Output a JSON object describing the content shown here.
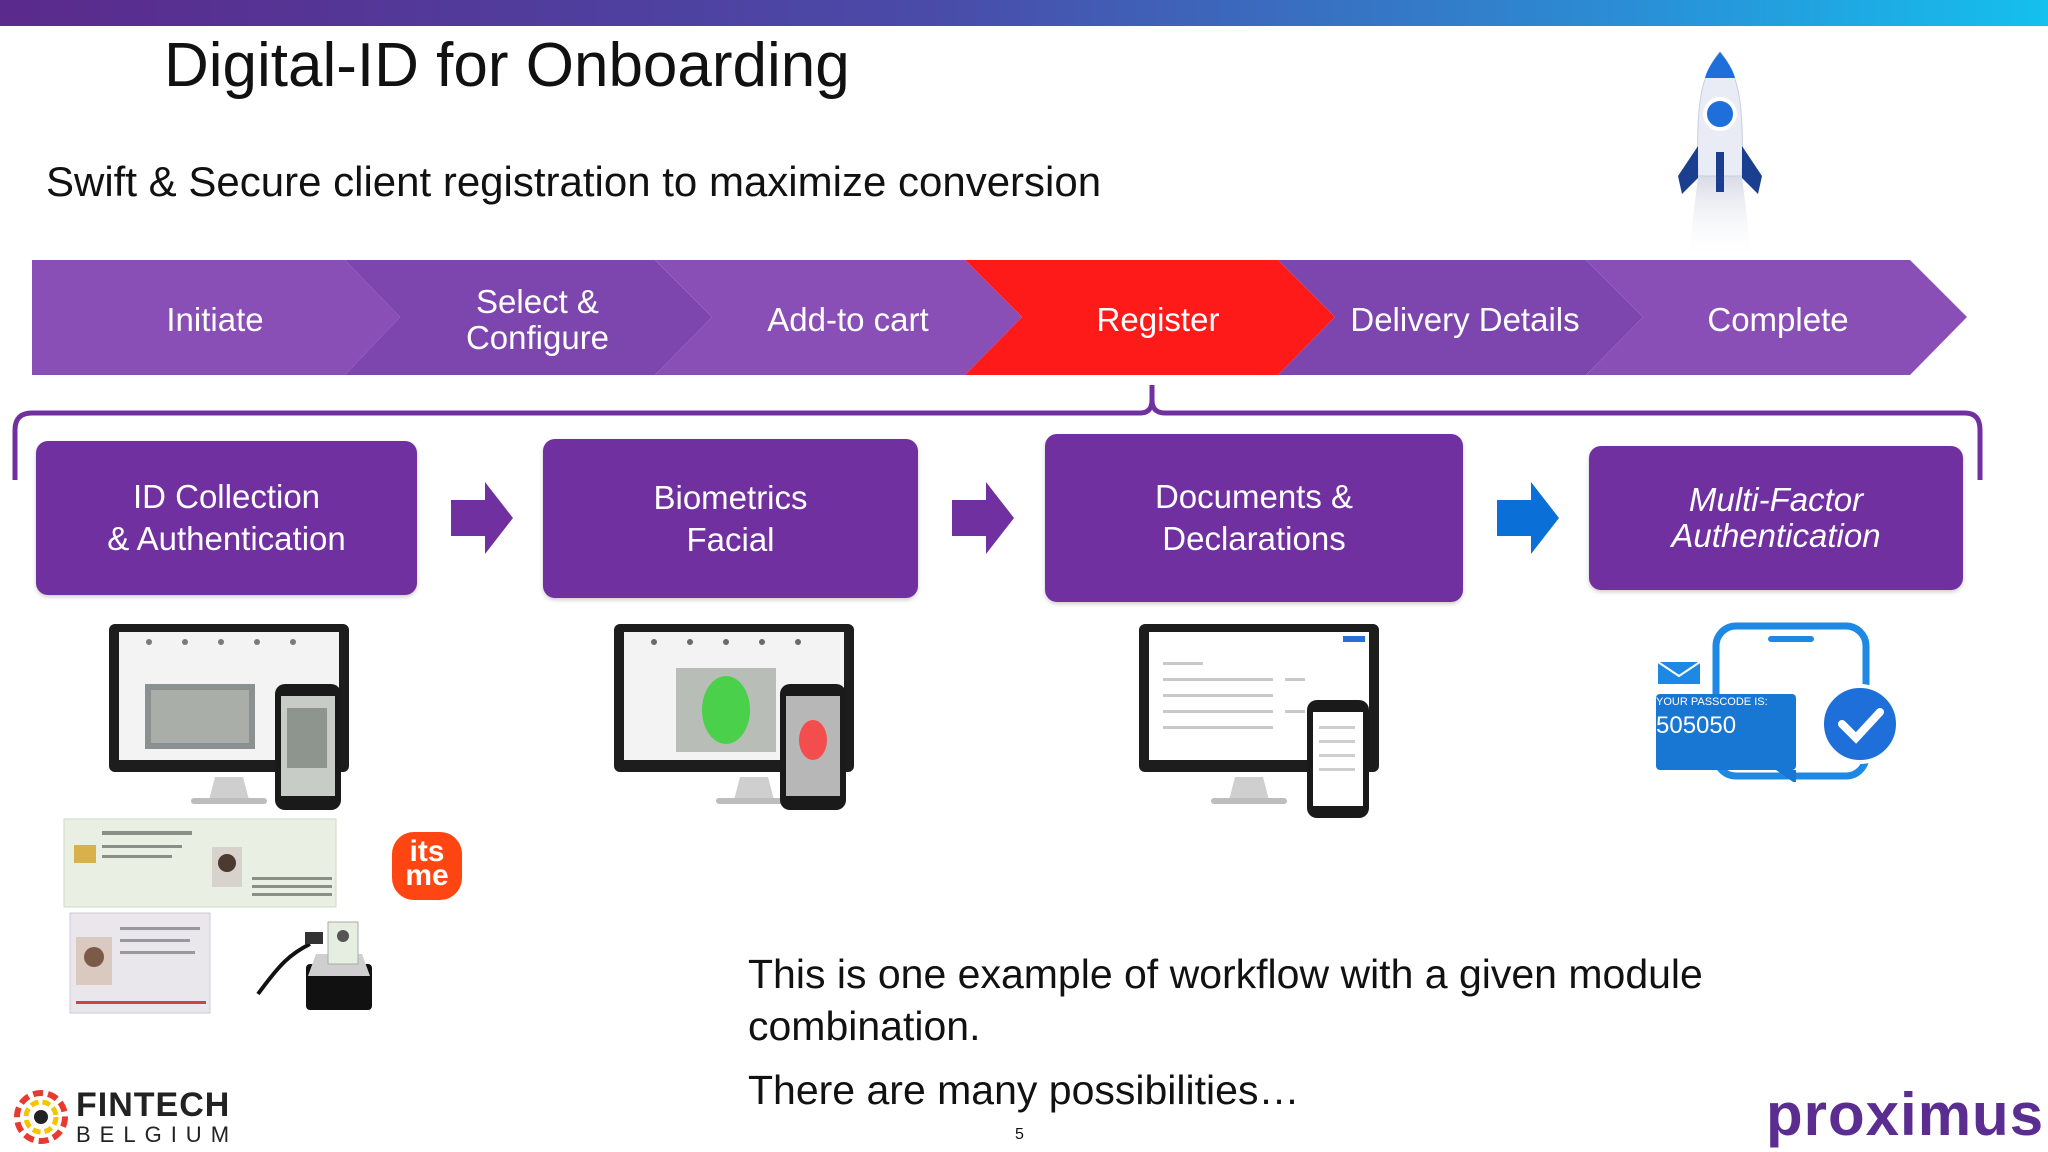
{
  "title": "Digital-ID for Onboarding",
  "subtitle": "Swift & Secure client registration to maximize conversion",
  "steps": [
    {
      "label": "Initiate",
      "active": false
    },
    {
      "label": "Select & Configure",
      "active": false
    },
    {
      "label": "Add-to cart",
      "active": false
    },
    {
      "label": "Register",
      "active": true
    },
    {
      "label": "Delivery Details",
      "active": false
    },
    {
      "label": "Complete",
      "active": false
    }
  ],
  "modules": [
    {
      "line1": "ID Collection",
      "line2": "& Authentication"
    },
    {
      "line1": "Biometrics",
      "line2": "Facial"
    },
    {
      "line1": "Documents &",
      "line2": "Declarations"
    },
    {
      "line1": "Multi-Factor",
      "line2": "Authentication"
    }
  ],
  "passcode": {
    "caption": "YOUR PASSCODE IS:",
    "code": "505050"
  },
  "itsme_logo": "its me",
  "note": {
    "line1": "This is one example of workflow with a given module combination.",
    "line2": "There are many possibilities…"
  },
  "page_number": "5",
  "logos": {
    "fintech": "FINTECH",
    "fintech_sub": "BELGIUM",
    "proximus": "proximus"
  },
  "colors": {
    "purple": "#7030a0",
    "register_red": "#ff1a1a",
    "blue_arrow": "#0a6fd6"
  },
  "icons": [
    "rocket-icon",
    "monitor-phone-illustration",
    "id-card-illustration",
    "card-reader-illustration",
    "phone-message-illustration",
    "checkmark-icon",
    "envelope-icon"
  ]
}
